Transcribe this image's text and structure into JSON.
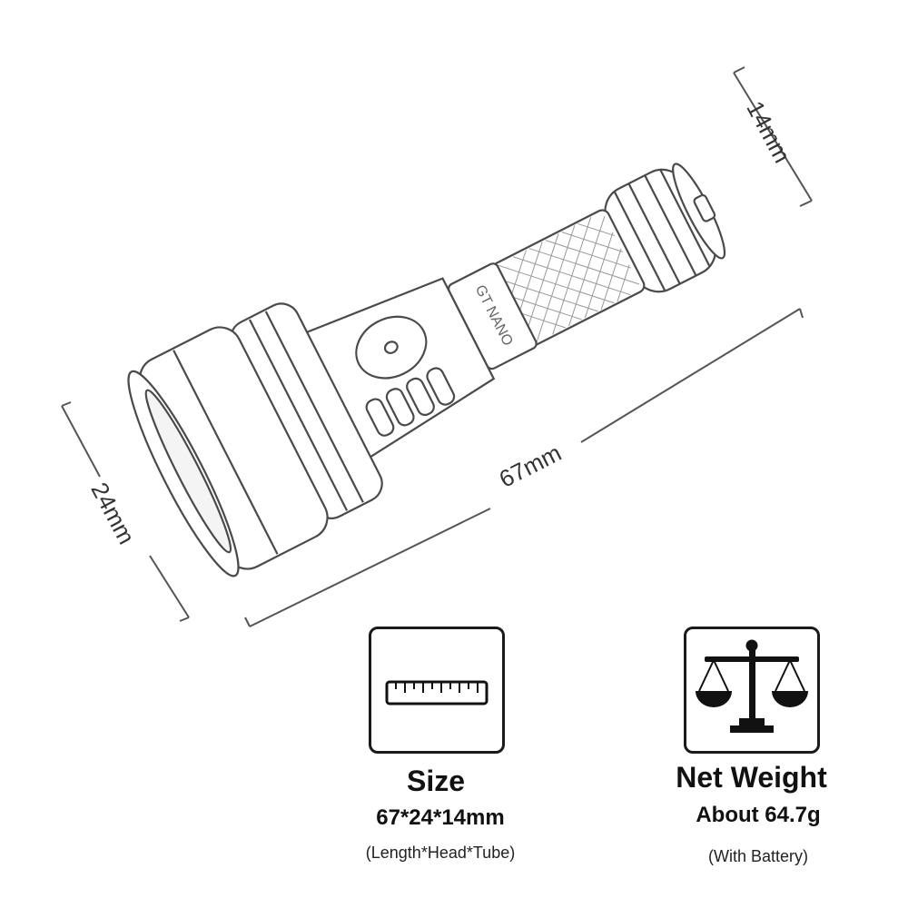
{
  "dimensions": {
    "tube_diameter": "14mm",
    "length": "67mm",
    "head_diameter": "24mm"
  },
  "product_engraving": {
    "brand_text": "GT NANO"
  },
  "specs": {
    "size": {
      "icon": "ruler-icon",
      "title": "Size",
      "value": "67*24*14mm",
      "note": "(Length*Head*Tube)"
    },
    "weight": {
      "icon": "balance-scale-icon",
      "title": "Net Weight",
      "value": "About 64.7g",
      "note": "(With Battery)"
    }
  },
  "colors": {
    "line": "#555555",
    "icon": "#111111",
    "background": "#ffffff"
  }
}
